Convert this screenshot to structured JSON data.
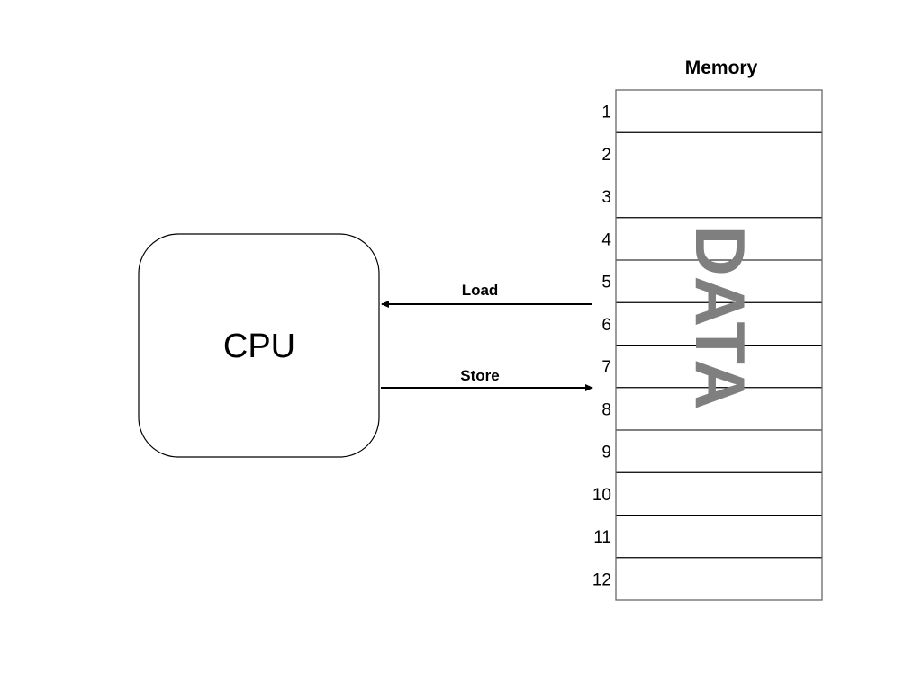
{
  "memory": {
    "title": "Memory",
    "rows": [
      "1",
      "2",
      "3",
      "4",
      "5",
      "6",
      "7",
      "8",
      "9",
      "10",
      "11",
      "12"
    ],
    "overlay_text": "DATA",
    "overlay_color": "#7f7f7f"
  },
  "cpu": {
    "label": "CPU"
  },
  "arrows": {
    "load": {
      "label": "Load",
      "direction": "memory-to-cpu"
    },
    "store": {
      "label": "Store",
      "direction": "cpu-to-memory"
    }
  },
  "colors": {
    "stroke": "#000000",
    "memory_border": "#6e6e6e",
    "background": "#ffffff"
  }
}
